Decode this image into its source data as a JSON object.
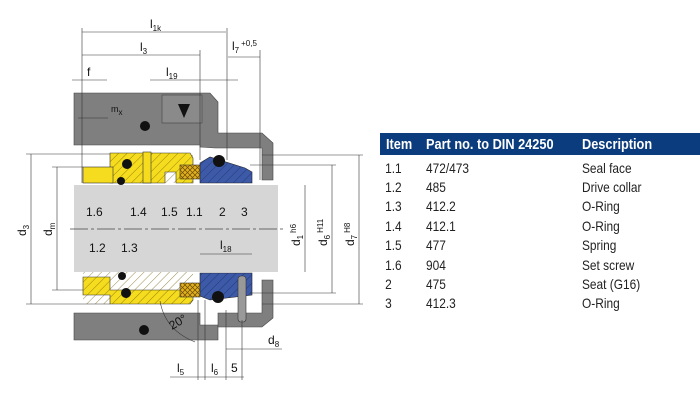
{
  "diagram": {
    "dimensions": {
      "l1k": {
        "main": "l",
        "sub": "1k"
      },
      "l3": {
        "main": "l",
        "sub": "3"
      },
      "l7": {
        "main": "l",
        "sub": "7",
        "tol": "+0,5"
      },
      "l19": {
        "main": "l",
        "sub": "19"
      },
      "f": "f",
      "mx": {
        "main": "m",
        "sub": "x"
      },
      "d3": {
        "main": "d",
        "sub": "3"
      },
      "dm": {
        "main": "d",
        "sub": "m"
      },
      "d1": {
        "main": "d",
        "sub": "1",
        "tol": "h6"
      },
      "d6": {
        "main": "d",
        "sub": "6",
        "tol": "H11"
      },
      "d7": {
        "main": "d",
        "sub": "7",
        "tol": "H8"
      },
      "l18": {
        "main": "l",
        "sub": "18"
      },
      "d8": {
        "main": "d",
        "sub": "8"
      },
      "l5": {
        "main": "l",
        "sub": "5"
      },
      "l6": {
        "main": "l",
        "sub": "6"
      },
      "five": "5",
      "angle": "20°"
    },
    "callouts": [
      "1.6",
      "1.4",
      "1.5",
      "1.1",
      "2",
      "3",
      "1.2",
      "1.3"
    ],
    "colors": {
      "housing": "#7f7f7f",
      "shaft": "#d6d6d6",
      "collar": "#f5dc1e",
      "seat": "#3d5aa8",
      "face": "#e0b020",
      "header": "#0b3c7d"
    }
  },
  "table": {
    "headers": [
      "Item",
      "Part no. to DIN 24250",
      "Description"
    ],
    "rows": [
      [
        "1.1",
        "472/473",
        "Seal face"
      ],
      [
        "1.2",
        "485",
        "Drive collar"
      ],
      [
        "1.3",
        "412.2",
        "O-Ring"
      ],
      [
        "1.4",
        "412.1",
        "O-Ring"
      ],
      [
        "1.5",
        "477",
        "Spring"
      ],
      [
        "1.6",
        "904",
        "Set screw"
      ],
      [
        "2",
        "475",
        "Seat (G16)"
      ],
      [
        "3",
        "412.3",
        "O-Ring"
      ]
    ]
  }
}
